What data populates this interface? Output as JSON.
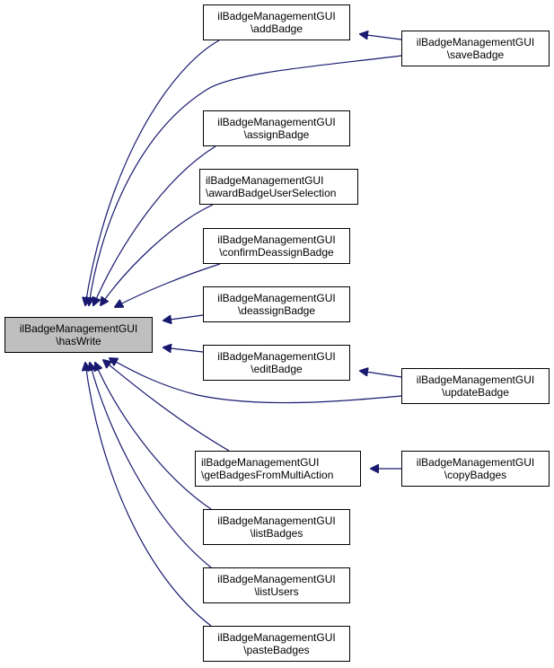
{
  "diagram": {
    "type": "caller-graph",
    "edge_color": "#191970",
    "root": {
      "id": "hasWrite",
      "class": "ilBadgeManagementGUI",
      "method": "\\hasWrite",
      "fill": "#bfbfbf"
    },
    "nodes": [
      {
        "id": "addBadge",
        "class": "ilBadgeManagementGUI",
        "method": "\\addBadge"
      },
      {
        "id": "saveBadge",
        "class": "ilBadgeManagementGUI",
        "method": "\\saveBadge"
      },
      {
        "id": "assignBadge",
        "class": "ilBadgeManagementGUI",
        "method": "\\assignBadge"
      },
      {
        "id": "awardBadgeUserSelection",
        "class": "ilBadgeManagementGUI",
        "method": "\\awardBadgeUserSelection"
      },
      {
        "id": "confirmDeassignBadge",
        "class": "ilBadgeManagementGUI",
        "method": "\\confirmDeassignBadge"
      },
      {
        "id": "deassignBadge",
        "class": "ilBadgeManagementGUI",
        "method": "\\deassignBadge"
      },
      {
        "id": "editBadge",
        "class": "ilBadgeManagementGUI",
        "method": "\\editBadge"
      },
      {
        "id": "updateBadge",
        "class": "ilBadgeManagementGUI",
        "method": "\\updateBadge"
      },
      {
        "id": "getBadgesFromMultiAction",
        "class": "ilBadgeManagementGUI",
        "method": "\\getBadgesFromMultiAction"
      },
      {
        "id": "copyBadges",
        "class": "ilBadgeManagementGUI",
        "method": "\\copyBadges"
      },
      {
        "id": "listBadges",
        "class": "ilBadgeManagementGUI",
        "method": "\\listBadges"
      },
      {
        "id": "listUsers",
        "class": "ilBadgeManagementGUI",
        "method": "\\listUsers"
      },
      {
        "id": "pasteBadges",
        "class": "ilBadgeManagementGUI",
        "method": "\\pasteBadges"
      }
    ],
    "edges": [
      {
        "from": "addBadge",
        "to": "hasWrite"
      },
      {
        "from": "saveBadge",
        "to": "hasWrite"
      },
      {
        "from": "saveBadge",
        "to": "addBadge"
      },
      {
        "from": "assignBadge",
        "to": "hasWrite"
      },
      {
        "from": "awardBadgeUserSelection",
        "to": "hasWrite"
      },
      {
        "from": "confirmDeassignBadge",
        "to": "hasWrite"
      },
      {
        "from": "deassignBadge",
        "to": "hasWrite"
      },
      {
        "from": "editBadge",
        "to": "hasWrite"
      },
      {
        "from": "updateBadge",
        "to": "hasWrite"
      },
      {
        "from": "updateBadge",
        "to": "editBadge"
      },
      {
        "from": "getBadgesFromMultiAction",
        "to": "hasWrite"
      },
      {
        "from": "copyBadges",
        "to": "getBadgesFromMultiAction"
      },
      {
        "from": "listBadges",
        "to": "hasWrite"
      },
      {
        "from": "listUsers",
        "to": "hasWrite"
      },
      {
        "from": "pasteBadges",
        "to": "hasWrite"
      }
    ]
  }
}
